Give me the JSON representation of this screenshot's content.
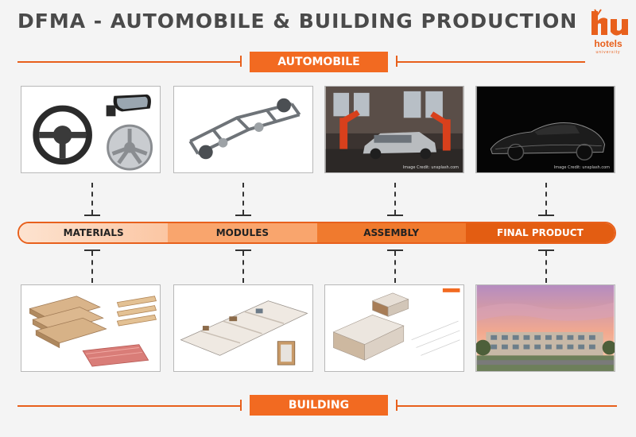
{
  "header": {
    "title": "DFMA - AUTOMOBILE & BUILDING PRODUCTION",
    "logo_word": "hotels",
    "logo_sub": "university"
  },
  "sections": {
    "top_label": "AUTOMOBILE",
    "bottom_label": "BUILDING"
  },
  "stages": [
    {
      "label": "MATERIALS"
    },
    {
      "label": "MODULES"
    },
    {
      "label": "ASSEMBLY"
    },
    {
      "label": "FINAL PRODUCT"
    }
  ],
  "automobile_images": [
    {
      "name": "car-parts-image",
      "credit": ""
    },
    {
      "name": "car-chassis-image",
      "credit": ""
    },
    {
      "name": "car-assembly-line-image",
      "credit": "Image Credit: unsplash.com"
    },
    {
      "name": "finished-car-image",
      "credit": "Image Credit: unsplash.com"
    }
  ],
  "building_images": [
    {
      "name": "timber-materials-image",
      "credit": ""
    },
    {
      "name": "building-modules-image",
      "credit": ""
    },
    {
      "name": "modular-assembly-image",
      "credit": ""
    },
    {
      "name": "finished-building-image",
      "credit": ""
    }
  ],
  "colors": {
    "accent": "#f26a21",
    "line": "#e8601c",
    "title": "#4a4a4a"
  }
}
